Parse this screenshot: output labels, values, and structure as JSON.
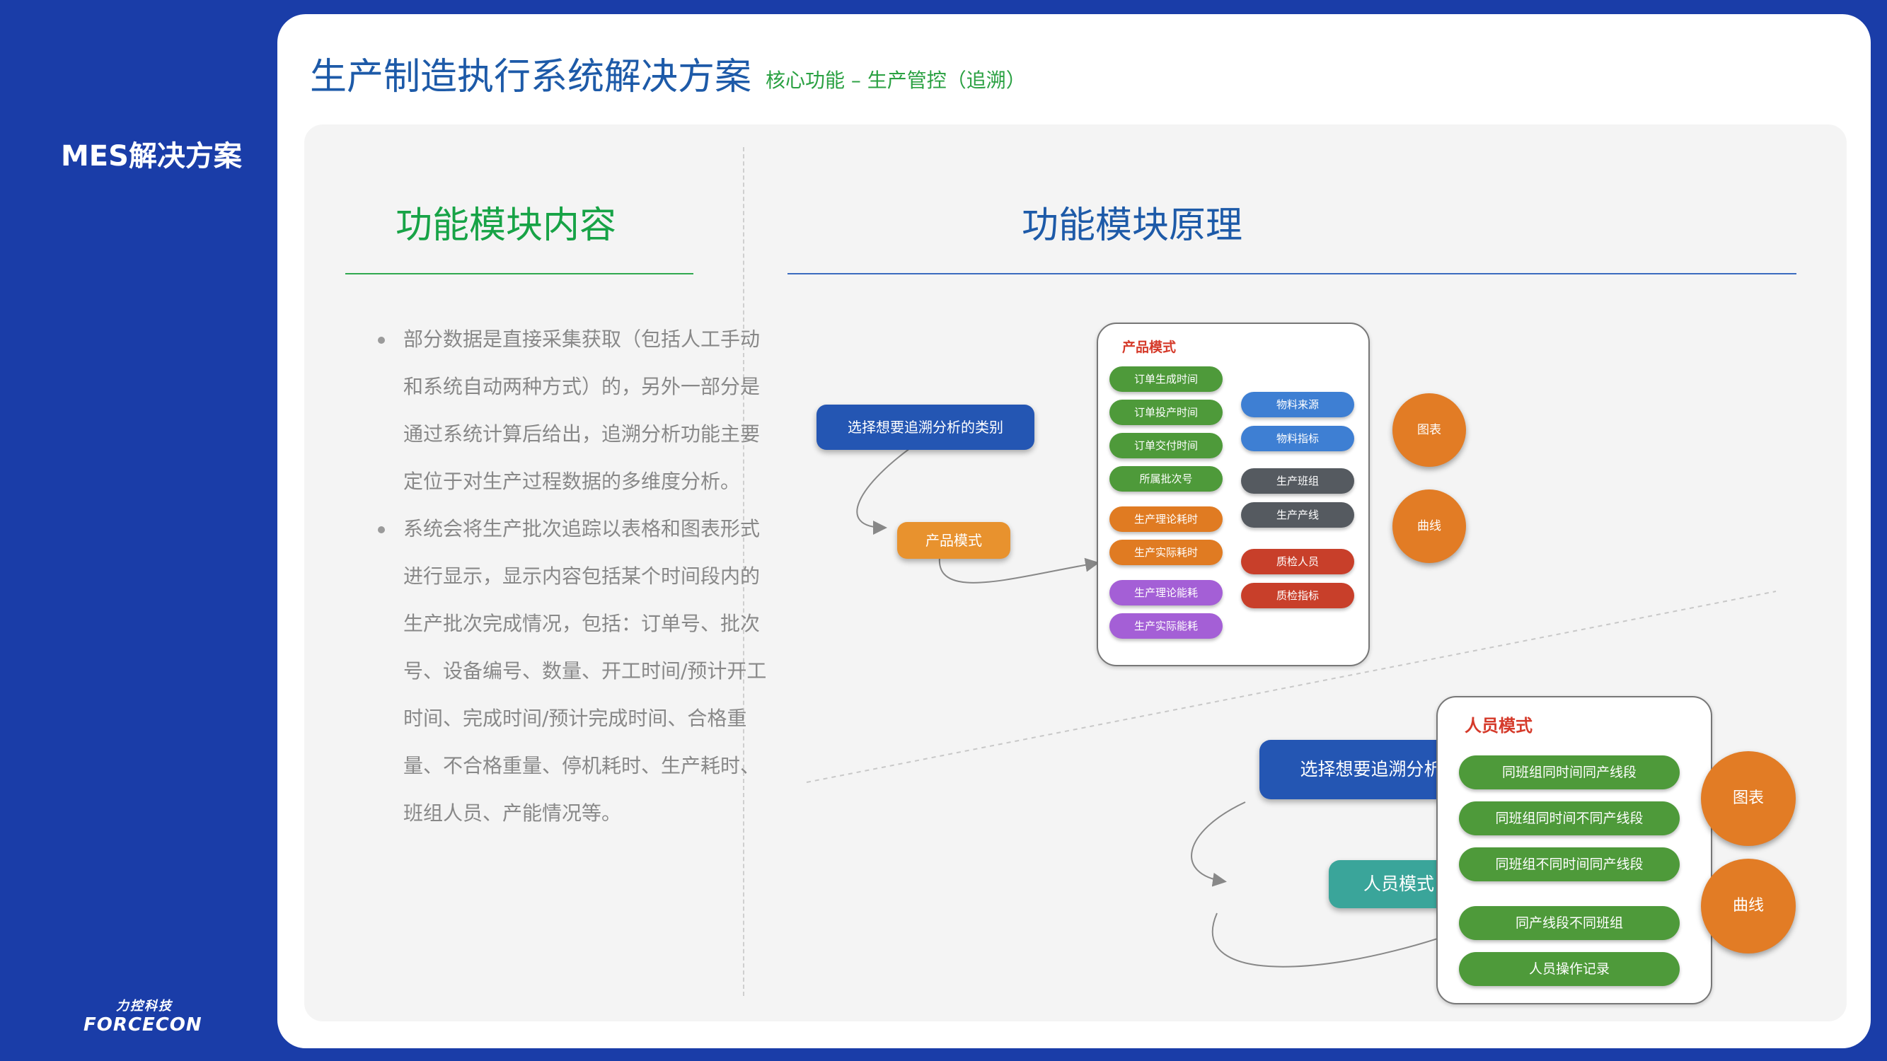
{
  "sidebar": {
    "title": "MES解决方案",
    "logo_cn": "力控科技",
    "logo_en": "FORCECON"
  },
  "header": {
    "title": "生产制造执行系统解决方案",
    "subtitle": "核心功能 – 生产管控（追溯）"
  },
  "left": {
    "heading": "功能模块内容",
    "bullets": [
      "部分数据是直接采集获取（包括人工手动和系统自动两种方式）的，另外一部分是通过系统计算后给出，追溯分析功能主要定位于对生产过程数据的多维度分析。",
      "系统会将生产批次追踪以表格和图表形式进行显示，显示内容包括某个时间段内的生产批次完成情况，包括：订单号、批次号、设备编号、数量、开工时间/预计开工时间、完成时间/预计完成时间、合格重量、不合格重量、停机耗时、生产耗时、班组人员、产能情况等。"
    ]
  },
  "right": {
    "heading": "功能模块原理",
    "product": {
      "select_label": "选择想要追溯分析的类别",
      "mode_label": "产品模式",
      "box_title": "产品模式",
      "col1": [
        {
          "label": "订单生成时间",
          "color": "#4e9a3a"
        },
        {
          "label": "订单投产时间",
          "color": "#4e9a3a"
        },
        {
          "label": "订单交付时间",
          "color": "#4e9a3a"
        },
        {
          "label": "所属批次号",
          "color": "#4e9a3a"
        },
        {
          "label": "生产理论耗时",
          "color": "#e07b22"
        },
        {
          "label": "生产实际耗时",
          "color": "#e07b22"
        },
        {
          "label": "生产理论能耗",
          "color": "#a45fd6"
        },
        {
          "label": "生产实际能耗",
          "color": "#a45fd6"
        }
      ],
      "col2": [
        {
          "label": "物料来源",
          "color": "#3e7fd3"
        },
        {
          "label": "物料指标",
          "color": "#3e7fd3"
        },
        {
          "label": "生产班组",
          "color": "#555a60"
        },
        {
          "label": "生产产线",
          "color": "#555a60"
        },
        {
          "label": "质检人员",
          "color": "#c83f2a"
        },
        {
          "label": "质检指标",
          "color": "#c83f2a"
        }
      ],
      "outputs": [
        "图表",
        "曲线"
      ]
    },
    "people": {
      "select_label": "选择想要追溯分析的类别",
      "mode_label": "人员模式",
      "box_title": "人员模式",
      "items": [
        {
          "label": "同班组同时间同产线段",
          "color": "#4e9a3a"
        },
        {
          "label": "同班组同时间不同产线段",
          "color": "#4e9a3a"
        },
        {
          "label": "同班组不同时间同产线段",
          "color": "#4e9a3a"
        },
        {
          "label": "同产线段不同班组",
          "color": "#4e9a3a"
        },
        {
          "label": "人员操作记录",
          "color": "#4e9a3a"
        }
      ],
      "outputs": [
        "图表",
        "曲线"
      ]
    },
    "colors": {
      "select_button": "#2456b3",
      "product_mode": "#e8922e",
      "people_mode": "#3aa59a",
      "output_circle": "#e27c25"
    }
  }
}
